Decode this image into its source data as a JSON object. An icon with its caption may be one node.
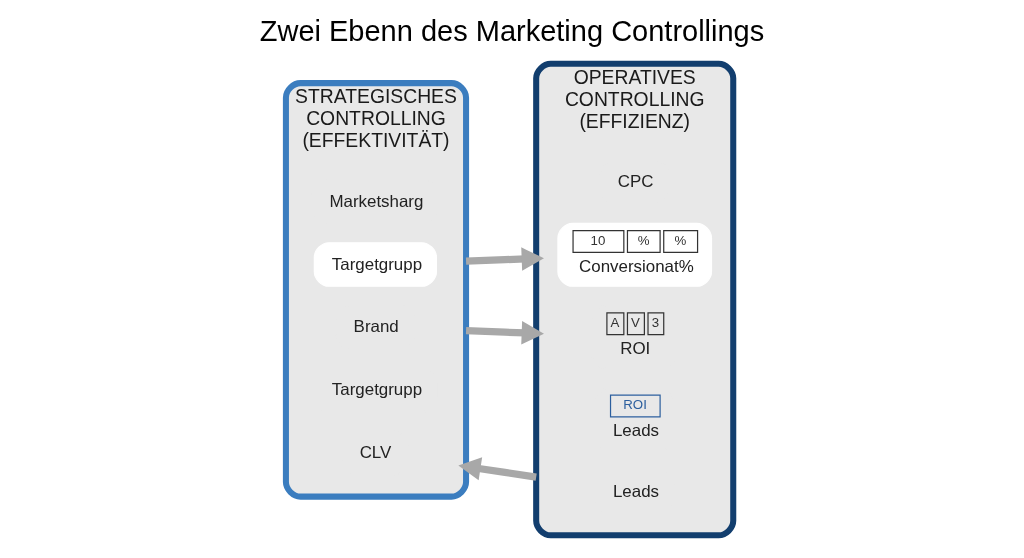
{
  "diagram": {
    "title": "Zwei Ebenn des Marketing Controllings",
    "nodes": [
      {
        "text": [
          "STRATEGISCHES CONTROLLING (EFFEKTIVITÄT)"
        ]
      },
      {
        "text": [
          "Marketsharg"
        ],
        "in": 0
      },
      {
        "text": [
          "Targetgrupp"
        ],
        "in": 0
      },
      {
        "text": [
          "Brand"
        ],
        "in": 0
      },
      {
        "text": [
          "Targetgrupp"
        ],
        "in": 0
      },
      {
        "text": [
          "CLV"
        ],
        "in": 0
      },
      {
        "text": [
          "OPERATIVES CONTROLLING (EFFIZIENZ)"
        ]
      },
      {
        "text": [
          "CPC"
        ],
        "in": 6
      },
      {
        "text": [
          "10",
          "%",
          "%",
          "Conversionat%"
        ],
        "in": 6
      },
      {
        "text": [
          "A",
          "V",
          "3",
          "ROI"
        ],
        "in": 6
      },
      {
        "text": [
          "ROI",
          "Leads"
        ],
        "in": 6
      },
      {
        "text": [
          "Leads"
        ],
        "in": 6
      }
    ],
    "edges": [
      {
        "from": 0,
        "to": 6,
        "arrow": "to"
      },
      {
        "from": 0,
        "to": 6,
        "arrow": "to"
      },
      {
        "from": 6,
        "to": 0,
        "arrow": "to"
      }
    ]
  }
}
